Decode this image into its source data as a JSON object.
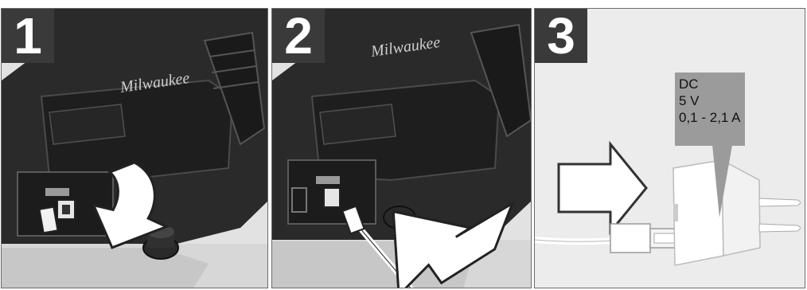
{
  "steps": [
    {
      "number": "1"
    },
    {
      "number": "2"
    },
    {
      "number": "3"
    }
  ],
  "charger_spec": {
    "line1": "DC",
    "line2": "5 V",
    "line3": "0,1 - 2,1 A"
  },
  "brand_logo_text": "Milwaukee",
  "colors": {
    "panel_background": "#e2e2e2",
    "device_body": "#2b2b2b",
    "badge": "#3a3a3a",
    "spec_box": "#9b9b9b"
  }
}
